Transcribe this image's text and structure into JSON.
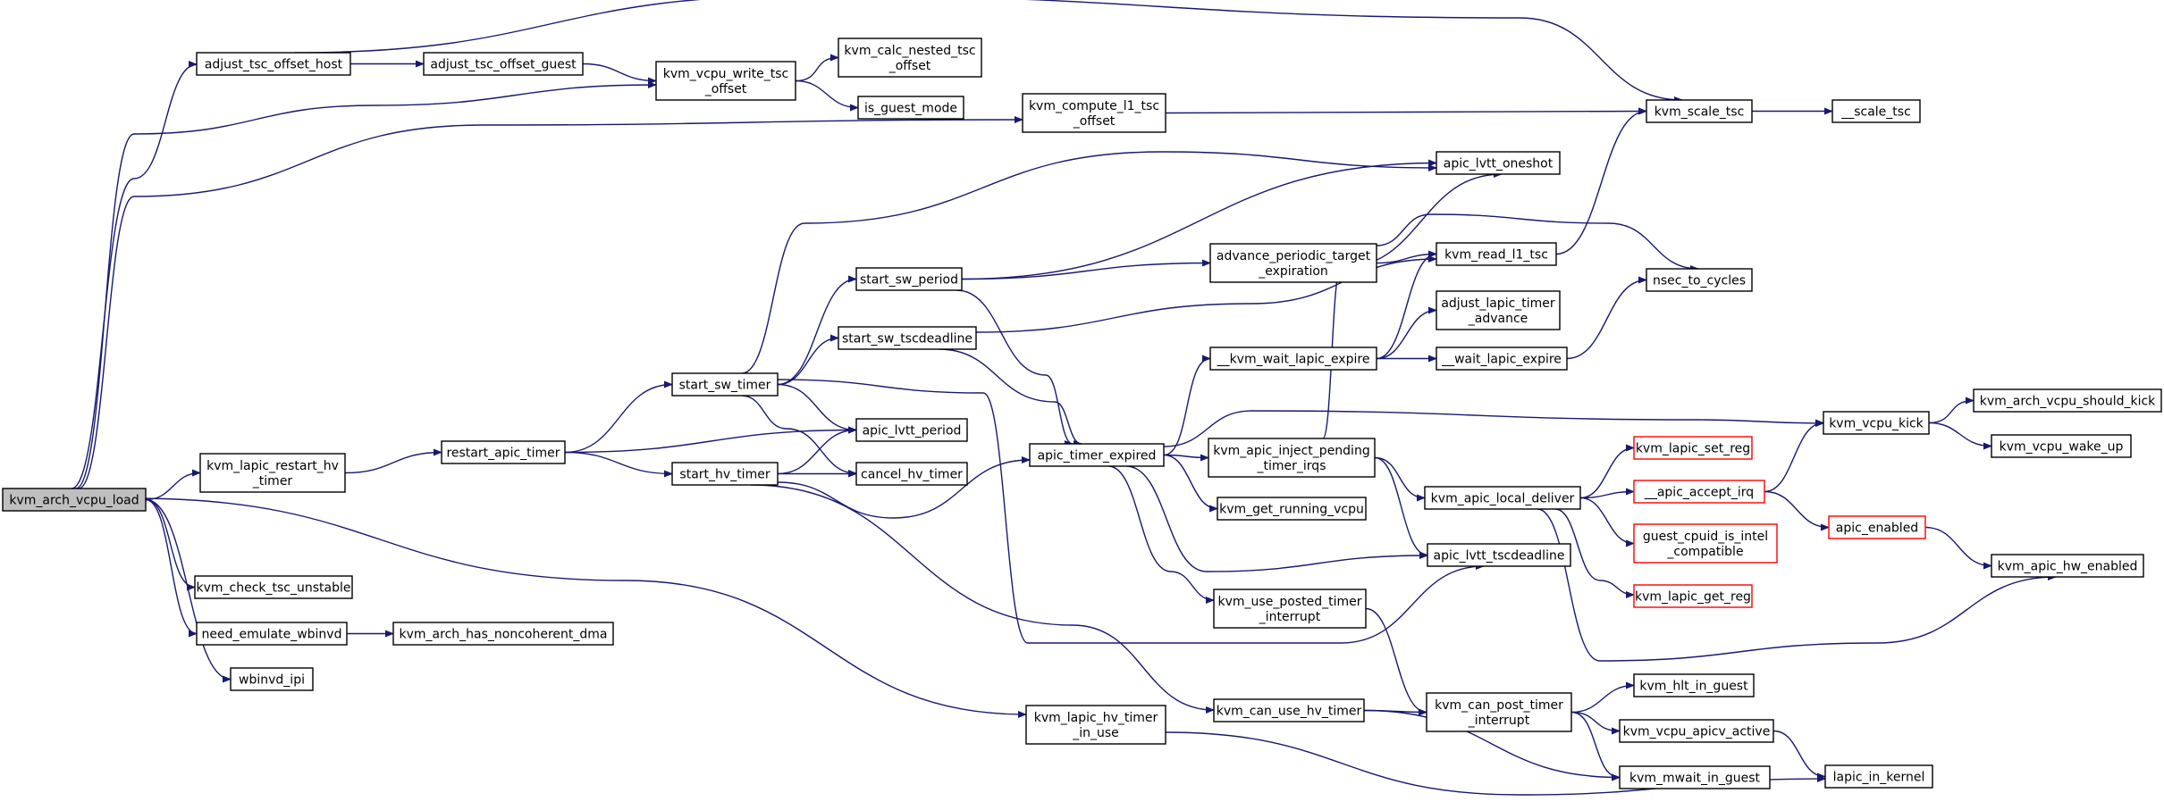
{
  "colors": {
    "edge": "#191970",
    "root_fill": "#bfbfbf",
    "link_border": "#ff0000"
  },
  "nodes": {
    "kvm_arch_vcpu_load": {
      "lines": [
        "kvm_arch_vcpu_load"
      ],
      "style": "root"
    },
    "adjust_tsc_offset_host": {
      "lines": [
        "adjust_tsc_offset_host"
      ]
    },
    "adjust_tsc_offset_guest": {
      "lines": [
        "adjust_tsc_offset_guest"
      ]
    },
    "kvm_vcpu_write_tsc_offset": {
      "lines": [
        "kvm_vcpu_write_tsc",
        "_offset"
      ]
    },
    "kvm_calc_nested_tsc_offset": {
      "lines": [
        "kvm_calc_nested_tsc",
        "_offset"
      ]
    },
    "is_guest_mode": {
      "lines": [
        "is_guest_mode"
      ]
    },
    "kvm_compute_l1_tsc_offset": {
      "lines": [
        "kvm_compute_l1_tsc",
        "_offset"
      ]
    },
    "kvm_scale_tsc": {
      "lines": [
        "kvm_scale_tsc"
      ]
    },
    "__scale_tsc": {
      "lines": [
        "__scale_tsc"
      ]
    },
    "apic_lvtt_oneshot": {
      "lines": [
        "apic_lvtt_oneshot"
      ]
    },
    "start_sw_period": {
      "lines": [
        "start_sw_period"
      ]
    },
    "advance_periodic_target_expiration": {
      "lines": [
        "advance_periodic_target",
        "_expiration"
      ]
    },
    "kvm_read_l1_tsc": {
      "lines": [
        "kvm_read_l1_tsc"
      ]
    },
    "nsec_to_cycles": {
      "lines": [
        "nsec_to_cycles"
      ]
    },
    "adjust_lapic_timer_advance": {
      "lines": [
        "adjust_lapic_timer",
        "_advance"
      ]
    },
    "start_sw_tscdeadline": {
      "lines": [
        "start_sw_tscdeadline"
      ]
    },
    "start_sw_timer": {
      "lines": [
        "start_sw_timer"
      ]
    },
    "__kvm_wait_lapic_expire": {
      "lines": [
        "__kvm_wait_lapic_expire"
      ]
    },
    "__wait_lapic_expire": {
      "lines": [
        "__wait_lapic_expire"
      ]
    },
    "kvm_lapic_restart_hv_timer": {
      "lines": [
        "kvm_lapic_restart_hv",
        "_timer"
      ]
    },
    "restart_apic_timer": {
      "lines": [
        "restart_apic_timer"
      ]
    },
    "apic_lvtt_period": {
      "lines": [
        "apic_lvtt_period"
      ]
    },
    "kvm_vcpu_kick": {
      "lines": [
        "kvm_vcpu_kick"
      ]
    },
    "kvm_arch_vcpu_should_kick": {
      "lines": [
        "kvm_arch_vcpu_should_kick"
      ]
    },
    "kvm_vcpu_wake_up": {
      "lines": [
        "kvm_vcpu_wake_up"
      ]
    },
    "apic_timer_expired": {
      "lines": [
        "apic_timer_expired"
      ]
    },
    "kvm_apic_inject_pending_timer_irqs": {
      "lines": [
        "kvm_apic_inject_pending",
        "_timer_irqs"
      ]
    },
    "kvm_lapic_set_reg": {
      "lines": [
        "kvm_lapic_set_reg"
      ],
      "style": "red"
    },
    "start_hv_timer": {
      "lines": [
        "start_hv_timer"
      ]
    },
    "cancel_hv_timer": {
      "lines": [
        "cancel_hv_timer"
      ]
    },
    "kvm_apic_local_deliver": {
      "lines": [
        "kvm_apic_local_deliver"
      ]
    },
    "__apic_accept_irq": {
      "lines": [
        "__apic_accept_irq"
      ],
      "style": "red"
    },
    "kvm_get_running_vcpu": {
      "lines": [
        "kvm_get_running_vcpu"
      ]
    },
    "apic_enabled": {
      "lines": [
        "apic_enabled"
      ],
      "style": "red"
    },
    "guest_cpuid_is_intel_compatible": {
      "lines": [
        "guest_cpuid_is_intel",
        "_compatible"
      ],
      "style": "red"
    },
    "apic_lvtt_tscdeadline": {
      "lines": [
        "apic_lvtt_tscdeadline"
      ]
    },
    "kvm_apic_hw_enabled": {
      "lines": [
        "kvm_apic_hw_enabled"
      ]
    },
    "kvm_check_tsc_unstable": {
      "lines": [
        "kvm_check_tsc_unstable"
      ]
    },
    "kvm_lapic_get_reg": {
      "lines": [
        "kvm_lapic_get_reg"
      ],
      "style": "red"
    },
    "kvm_use_posted_timer_interrupt": {
      "lines": [
        "kvm_use_posted_timer",
        "_interrupt"
      ]
    },
    "need_emulate_wbinvd": {
      "lines": [
        "need_emulate_wbinvd"
      ]
    },
    "kvm_arch_has_noncoherent_dma": {
      "lines": [
        "kvm_arch_has_noncoherent_dma"
      ]
    },
    "wbinvd_ipi": {
      "lines": [
        "wbinvd_ipi"
      ]
    },
    "kvm_hlt_in_guest": {
      "lines": [
        "kvm_hlt_in_guest"
      ]
    },
    "kvm_lapic_hv_timer_in_use": {
      "lines": [
        "kvm_lapic_hv_timer",
        "_in_use"
      ]
    },
    "kvm_can_use_hv_timer": {
      "lines": [
        "kvm_can_use_hv_timer"
      ]
    },
    "kvm_can_post_timer_interrupt": {
      "lines": [
        "kvm_can_post_timer",
        "_interrupt"
      ]
    },
    "kvm_vcpu_apicv_active": {
      "lines": [
        "kvm_vcpu_apicv_active"
      ]
    },
    "kvm_mwait_in_guest": {
      "lines": [
        "kvm_mwait_in_guest"
      ]
    },
    "lapic_in_kernel": {
      "lines": [
        "lapic_in_kernel"
      ]
    }
  },
  "edges": [
    [
      "kvm_arch_vcpu_load",
      "adjust_tsc_offset_host"
    ],
    [
      "kvm_arch_vcpu_load",
      "kvm_vcpu_write_tsc_offset"
    ],
    [
      "kvm_arch_vcpu_load",
      "kvm_compute_l1_tsc_offset"
    ],
    [
      "kvm_arch_vcpu_load",
      "kvm_lapic_restart_hv_timer"
    ],
    [
      "kvm_arch_vcpu_load",
      "kvm_check_tsc_unstable"
    ],
    [
      "kvm_arch_vcpu_load",
      "need_emulate_wbinvd"
    ],
    [
      "kvm_arch_vcpu_load",
      "wbinvd_ipi"
    ],
    [
      "kvm_arch_vcpu_load",
      "kvm_lapic_hv_timer_in_use"
    ],
    [
      "adjust_tsc_offset_host",
      "adjust_tsc_offset_guest"
    ],
    [
      "adjust_tsc_offset_host",
      "kvm_scale_tsc"
    ],
    [
      "adjust_tsc_offset_guest",
      "kvm_vcpu_write_tsc_offset"
    ],
    [
      "kvm_vcpu_write_tsc_offset",
      "kvm_calc_nested_tsc_offset"
    ],
    [
      "kvm_vcpu_write_tsc_offset",
      "is_guest_mode"
    ],
    [
      "kvm_compute_l1_tsc_offset",
      "kvm_scale_tsc"
    ],
    [
      "kvm_scale_tsc",
      "__scale_tsc"
    ],
    [
      "kvm_lapic_restart_hv_timer",
      "restart_apic_timer"
    ],
    [
      "restart_apic_timer",
      "start_sw_timer"
    ],
    [
      "restart_apic_timer",
      "apic_lvtt_period"
    ],
    [
      "restart_apic_timer",
      "start_hv_timer"
    ],
    [
      "start_sw_timer",
      "apic_lvtt_oneshot"
    ],
    [
      "start_sw_timer",
      "start_sw_period"
    ],
    [
      "start_sw_timer",
      "start_sw_tscdeadline"
    ],
    [
      "start_sw_timer",
      "apic_lvtt_period"
    ],
    [
      "start_sw_timer",
      "cancel_hv_timer"
    ],
    [
      "start_sw_timer",
      "apic_lvtt_tscdeadline"
    ],
    [
      "start_sw_period",
      "apic_lvtt_oneshot"
    ],
    [
      "start_sw_period",
      "advance_periodic_target_expiration"
    ],
    [
      "start_sw_period",
      "apic_timer_expired"
    ],
    [
      "start_sw_tscdeadline",
      "kvm_read_l1_tsc"
    ],
    [
      "start_sw_tscdeadline",
      "apic_timer_expired"
    ],
    [
      "advance_periodic_target_expiration",
      "kvm_read_l1_tsc"
    ],
    [
      "advance_periodic_target_expiration",
      "nsec_to_cycles"
    ],
    [
      "kvm_read_l1_tsc",
      "kvm_scale_tsc"
    ],
    [
      "start_hv_timer",
      "apic_lvtt_period"
    ],
    [
      "start_hv_timer",
      "cancel_hv_timer"
    ],
    [
      "start_hv_timer",
      "apic_timer_expired"
    ],
    [
      "start_hv_timer",
      "kvm_can_use_hv_timer"
    ],
    [
      "apic_timer_expired",
      "__kvm_wait_lapic_expire"
    ],
    [
      "apic_timer_expired",
      "kvm_vcpu_kick"
    ],
    [
      "apic_timer_expired",
      "kvm_apic_inject_pending_timer_irqs"
    ],
    [
      "apic_timer_expired",
      "kvm_get_running_vcpu"
    ],
    [
      "apic_timer_expired",
      "apic_lvtt_tscdeadline"
    ],
    [
      "apic_timer_expired",
      "kvm_use_posted_timer_interrupt"
    ],
    [
      "__kvm_wait_lapic_expire",
      "kvm_read_l1_tsc"
    ],
    [
      "__kvm_wait_lapic_expire",
      "adjust_lapic_timer_advance"
    ],
    [
      "__kvm_wait_lapic_expire",
      "__wait_lapic_expire"
    ],
    [
      "__wait_lapic_expire",
      "nsec_to_cycles"
    ],
    [
      "kvm_apic_inject_pending_timer_irqs",
      "apic_lvtt_oneshot"
    ],
    [
      "kvm_apic_inject_pending_timer_irqs",
      "kvm_apic_local_deliver"
    ],
    [
      "kvm_apic_inject_pending_timer_irqs",
      "apic_lvtt_tscdeadline"
    ],
    [
      "kvm_apic_local_deliver",
      "kvm_lapic_set_reg"
    ],
    [
      "kvm_apic_local_deliver",
      "__apic_accept_irq"
    ],
    [
      "kvm_apic_local_deliver",
      "guest_cpuid_is_intel_compatible"
    ],
    [
      "kvm_apic_local_deliver",
      "kvm_lapic_get_reg"
    ],
    [
      "kvm_apic_local_deliver",
      "kvm_apic_hw_enabled"
    ],
    [
      "__apic_accept_irq",
      "kvm_vcpu_kick"
    ],
    [
      "__apic_accept_irq",
      "apic_enabled"
    ],
    [
      "apic_enabled",
      "kvm_apic_hw_enabled"
    ],
    [
      "kvm_vcpu_kick",
      "kvm_arch_vcpu_should_kick"
    ],
    [
      "kvm_vcpu_kick",
      "kvm_vcpu_wake_up"
    ],
    [
      "need_emulate_wbinvd",
      "kvm_arch_has_noncoherent_dma"
    ],
    [
      "kvm_use_posted_timer_interrupt",
      "kvm_can_post_timer_interrupt"
    ],
    [
      "kvm_can_use_hv_timer",
      "kvm_can_post_timer_interrupt"
    ],
    [
      "kvm_can_use_hv_timer",
      "kvm_mwait_in_guest"
    ],
    [
      "kvm_can_post_timer_interrupt",
      "kvm_hlt_in_guest"
    ],
    [
      "kvm_can_post_timer_interrupt",
      "kvm_vcpu_apicv_active"
    ],
    [
      "kvm_can_post_timer_interrupt",
      "kvm_mwait_in_guest"
    ],
    [
      "kvm_vcpu_apicv_active",
      "lapic_in_kernel"
    ],
    [
      "kvm_lapic_hv_timer_in_use",
      "lapic_in_kernel"
    ]
  ]
}
